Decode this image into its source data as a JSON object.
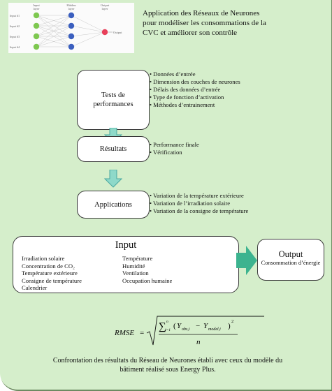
{
  "nn": {
    "input_layer_label": [
      "Input",
      "layer"
    ],
    "hidden_layer_label": [
      "Hidden",
      "layer"
    ],
    "output_layer_label": [
      "Output",
      "layer"
    ],
    "inputs": [
      "Input #1",
      "Input #2",
      "Input #3",
      "Input #4"
    ],
    "output_label": "Output",
    "colors": {
      "input": "#7ec850",
      "hidden": "#3b5fbf",
      "output": "#e8405a"
    }
  },
  "header": {
    "line1": "Application des Réseaux de Neurones",
    "line2": "pour modéliser les consommations de la",
    "line3": "CVC et améliorer son contrôle"
  },
  "steps": [
    {
      "label_lines": [
        "Tests de",
        "performances"
      ],
      "bullets": [
        "Données d’entrée",
        "Dimension des couches de neurones",
        "Délais des données d’entrée",
        "Type de fonction d’activation",
        "Méthodes d’entrainement"
      ]
    },
    {
      "label_lines": [
        "Résultats"
      ],
      "bullets": [
        "Performance finale",
        "Vérification"
      ]
    },
    {
      "label_lines": [
        "Applications"
      ],
      "bullets": [
        "Variation de la température extérieure",
        "Variation de l’irradiation solaire",
        "Variation de la consigne de température"
      ]
    }
  ],
  "input": {
    "title": "Input",
    "left": [
      "Irradiation solaire",
      "Concentration de CO₂",
      "Température extérieure",
      "Consigne de température",
      "Calendrier"
    ],
    "right": [
      "Température",
      "Humidité",
      "Ventilation",
      "Occupation humaine"
    ]
  },
  "output": {
    "title": "Output",
    "subtitle": "Consommation d’énergie"
  },
  "formula": {
    "lhs": "RMSE",
    "sum_upper": "n",
    "sum_lower": "i=1",
    "y_obs": "Y",
    "obs_sub": "obs,i",
    "y_model": "Y",
    "model_sub": "model,i",
    "exponent": "2",
    "denominator": "n"
  },
  "footer": {
    "line1": "Confrontation des résultats du Réseau de Neurones établi avec ceux du modèle du",
    "line2": "bâtiment réalisé sous Energy Plus."
  },
  "colors": {
    "panel": "#d5eecb",
    "arrow_fill": "#8ed9c9",
    "arrow_stroke": "#4aa8a0",
    "big_arrow": "#3cb38f"
  }
}
